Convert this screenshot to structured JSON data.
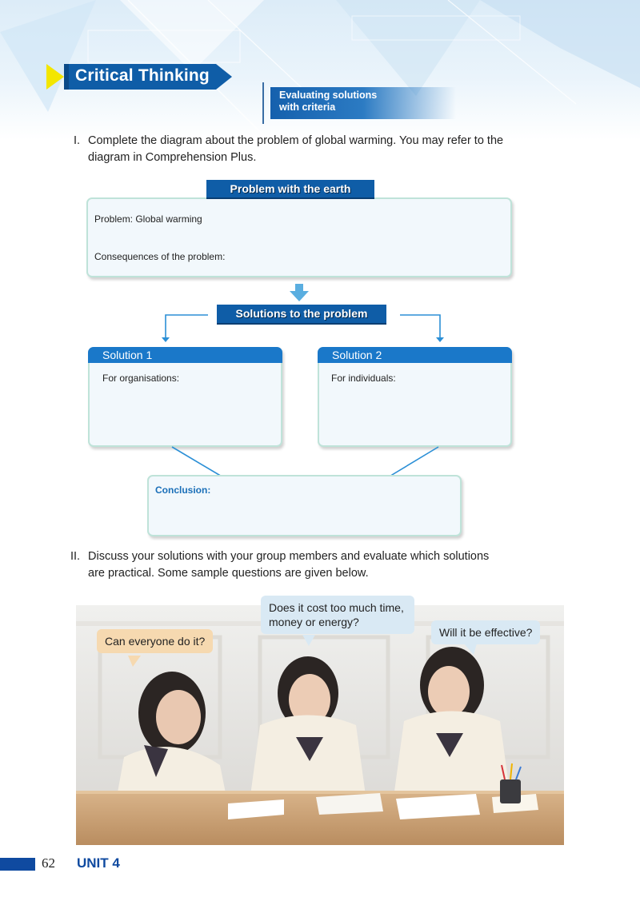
{
  "header": {
    "section_title": "Critical Thinking",
    "skill_line1": "Evaluating solutions",
    "skill_line2": "with criteria"
  },
  "part1": {
    "number": "I.",
    "line1": "Complete the diagram about the problem of global warming. You may refer to the",
    "line2": "diagram in Comprehension Plus."
  },
  "diagram": {
    "problem_tag": "Problem with the earth",
    "problem_label": "Problem: Global warming",
    "consequences_label": "Consequences of the problem:",
    "solutions_tag": "Solutions to the problem",
    "solution1_title": "Solution 1",
    "solution1_label": "For organisations:",
    "solution2_title": "Solution 2",
    "solution2_label": "For individuals:",
    "conclusion_label": "Conclusion:"
  },
  "part2": {
    "number": "II.",
    "line1": "Discuss your solutions with your group members and evaluate which solutions",
    "line2": "are practical. Some sample questions are given below."
  },
  "bubbles": {
    "q1": "Can everyone do it?",
    "q2_line1": "Does it cost too much time,",
    "q2_line2": "money or energy?",
    "q3": "Will it be effective?"
  },
  "footer": {
    "page_number": "62",
    "unit": "UNIT 4"
  },
  "colors": {
    "brand_blue": "#0f5da7",
    "accent_yellow": "#f3e600",
    "box_border": "#bfe3d9"
  }
}
